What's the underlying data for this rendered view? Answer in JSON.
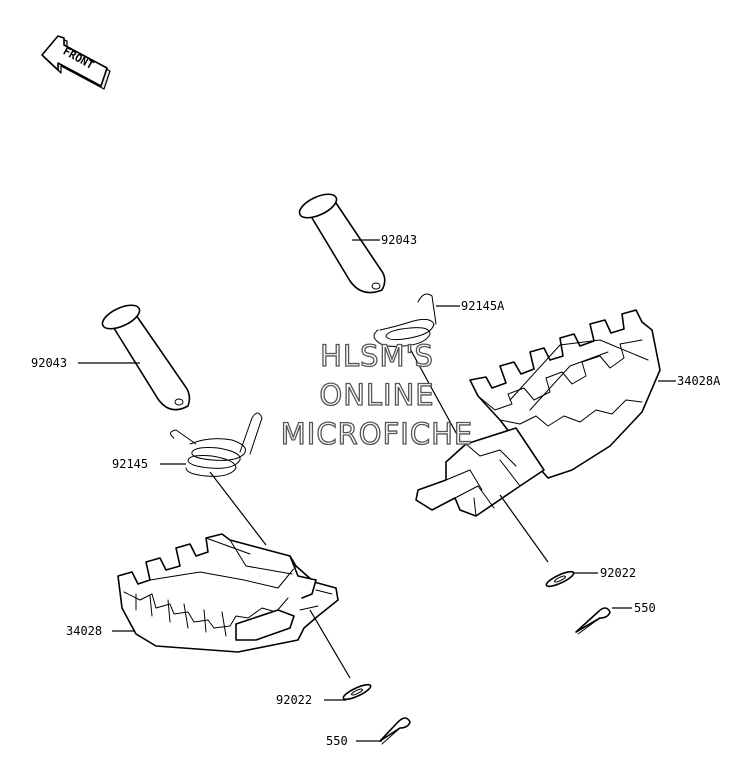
{
  "diagram": {
    "front_arrow_text": "FRONT",
    "watermark": [
      "HLSM'S",
      "ONLINE",
      "MICROFICHE"
    ],
    "callouts": [
      {
        "id": "pin-upper",
        "label": "92043"
      },
      {
        "id": "spring-upper",
        "label": "92145A"
      },
      {
        "id": "footpeg-right",
        "label": "34028A"
      },
      {
        "id": "pin-lower",
        "label": "92043"
      },
      {
        "id": "spring-lower",
        "label": "92145"
      },
      {
        "id": "footpeg-left",
        "label": "34028"
      },
      {
        "id": "washer-right",
        "label": "92022"
      },
      {
        "id": "cotter-right",
        "label": "550"
      },
      {
        "id": "washer-left",
        "label": "92022"
      },
      {
        "id": "cotter-left",
        "label": "550"
      }
    ]
  }
}
